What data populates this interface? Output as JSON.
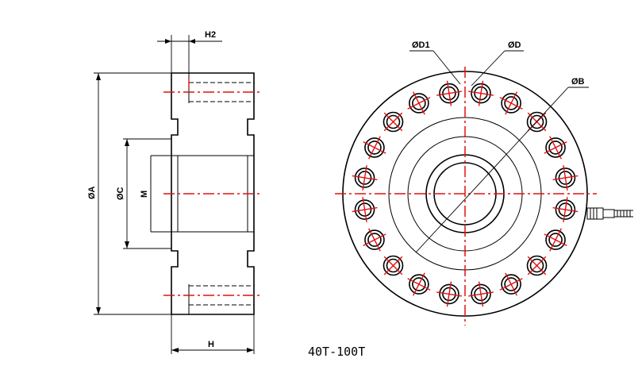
{
  "labels": {
    "h2": "H2",
    "phi_a": "ØA",
    "phi_c": "ØC",
    "m": "M",
    "h": "H",
    "phi_d1": "ØD1",
    "phi_d": "ØD",
    "phi_b": "ØB",
    "model": "40T-100T"
  },
  "flange": {
    "bolt_hole_count": 20
  },
  "colors": {
    "line": "#000000",
    "centerline": "#e01010"
  }
}
